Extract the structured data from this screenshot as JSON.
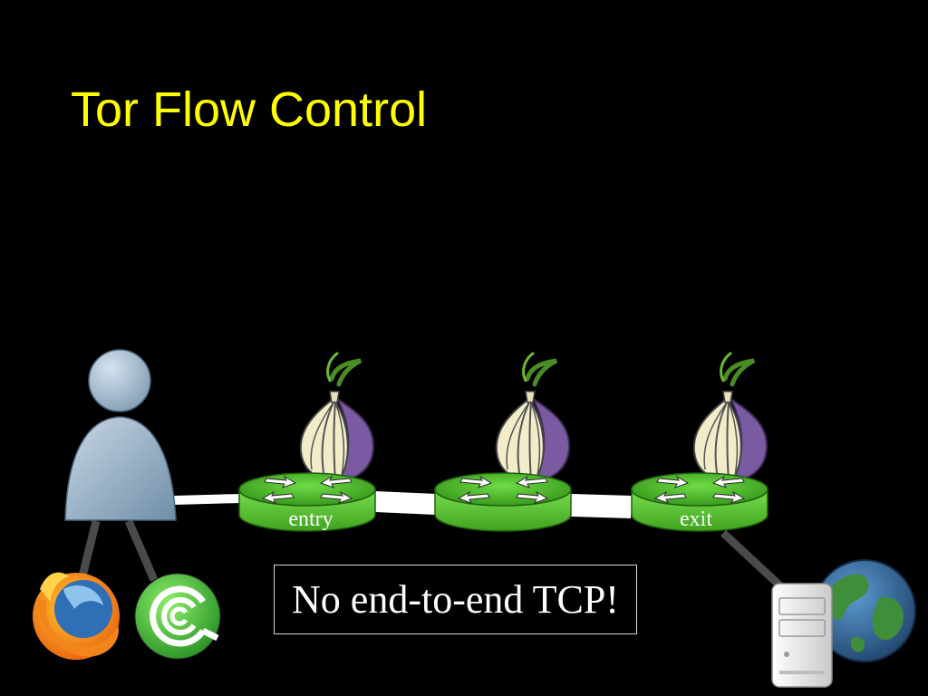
{
  "slide": {
    "title": "Tor Flow Control",
    "callout": "No end-to-end TCP!"
  },
  "relays": {
    "entry_label": "entry",
    "exit_label": "exit"
  },
  "icons": {
    "user": "person-icon",
    "browser": "firefox-icon",
    "torrent": "bittorrent-icon",
    "onion": "tor-onion-icon",
    "router": "router-icon",
    "server": "server-icon",
    "globe": "globe-icon"
  },
  "colors": {
    "title": "#ffff00",
    "background": "#000000",
    "router_green": "#5fd23a",
    "onion_purple": "#7a5aa0",
    "link": "#ffffff"
  }
}
